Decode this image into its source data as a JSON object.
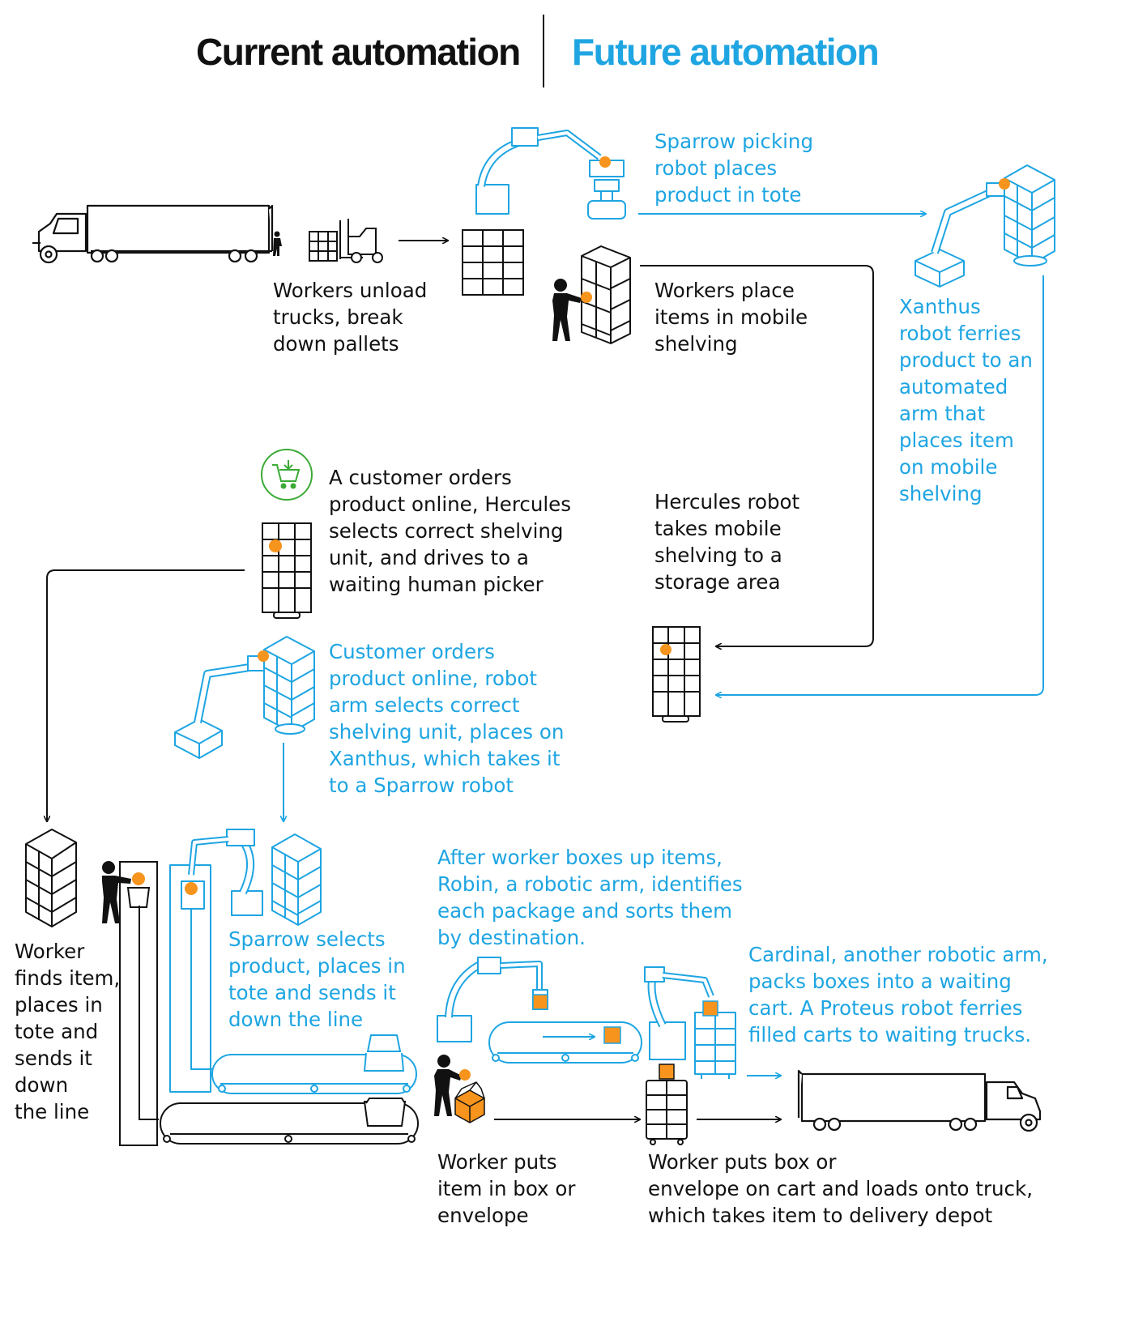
{
  "colors": {
    "ink": "#111111",
    "future": "#1ea5e2",
    "accent": "#f7941d",
    "cart_icon": "#3aaa35"
  },
  "header": {
    "current": "Current automation",
    "future": "Future automation"
  },
  "steps": {
    "unload": "Workers unload\ntrucks, break\ndown pallets",
    "sparrow_pick": "Sparrow picking\nrobot places\nproduct in tote",
    "place_shelving": "Workers place\nitems in mobile\nshelving",
    "xanthus": "Xanthus\nrobot ferries\nproduct to an\nautomated\narm that\nplaces item\non mobile\nshelving",
    "customer_hercules": "A customer orders\nproduct online, Hercules\nselects correct shelving\nunit, and drives to a\nwaiting human picker",
    "hercules_storage": "Hercules robot\ntakes mobile\nshelving to a\nstorage area",
    "customer_robot": "Customer orders\nproduct online, robot\narm selects correct\nshelving unit, places on\nXanthus, which takes it\nto a Sparrow robot",
    "robin": "After worker boxes up items,\nRobin, a robotic arm, identifies\neach package and sorts them\nby destination.",
    "worker_finds": "Worker\nfinds item,\nplaces in\ntote and\nsends it\ndown\nthe line",
    "sparrow_selects": "Sparrow selects\nproduct, places in\ntote and sends it\ndown the line",
    "cardinal": "Cardinal, another robotic arm,\npacks boxes into a waiting\ncart. A Proteus robot ferries\nfilled carts to waiting trucks.",
    "worker_box": "Worker puts\nitem in box or\nenvelope",
    "worker_cart": "Worker puts box or\nenvelope on cart and loads onto truck,\nwhich takes item to delivery depot"
  },
  "icons": [
    "truck-icon",
    "forklift-icon",
    "pallet-grid-icon",
    "sparrow-arm-icon",
    "worker-icon",
    "mobile-shelving-icon",
    "xanthus-arm-icon",
    "shopping-cart-icon",
    "hercules-shelving-icon",
    "tote-icon",
    "conveyor-icon",
    "robin-arm-icon",
    "cardinal-arm-icon",
    "box-icon",
    "cart-icon"
  ]
}
